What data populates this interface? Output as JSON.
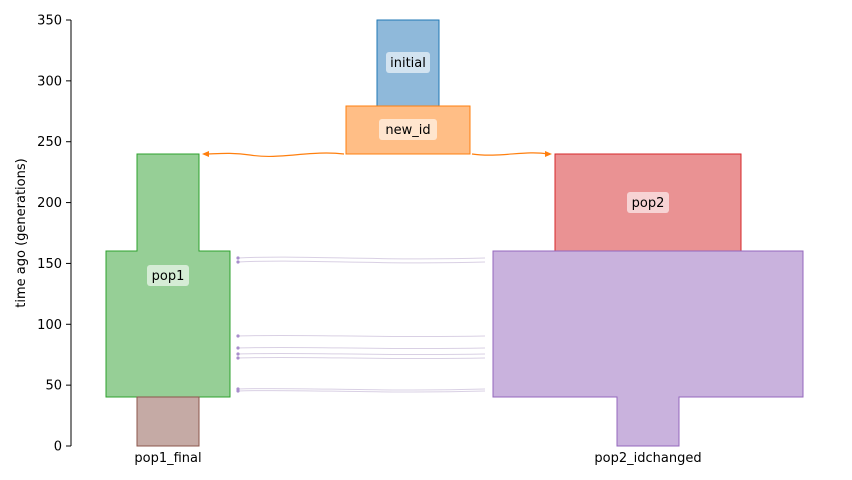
{
  "axis": {
    "ylabel": "time ago (generations)",
    "ticks": [
      0,
      50,
      100,
      150,
      200,
      250,
      300,
      350
    ],
    "ylim": [
      0,
      350
    ]
  },
  "demes": [
    {
      "id": "initial",
      "label": "initial",
      "color": "#1f77b4",
      "fill": "#8fb9da"
    },
    {
      "id": "new_id",
      "label": "new_id",
      "color": "#ff7f0e",
      "fill": "#ffbe86"
    },
    {
      "id": "pop1",
      "label": "pop1",
      "color": "#2ca02c",
      "fill": "#96cf96"
    },
    {
      "id": "pop2",
      "label": "pop2",
      "color": "#d62728",
      "fill": "#ea9293"
    },
    {
      "id": "pop1_final",
      "label": "pop1_final",
      "color": "#8c564b",
      "fill": "#c5aaa5"
    },
    {
      "id": "pop2_idchanged",
      "label": "pop2_idchanged",
      "color": "#9467bd",
      "fill": "#c9b2dd"
    }
  ],
  "bottom_labels": [
    "pop1_final",
    "pop2_idchanged"
  ],
  "chart_data": {
    "type": "demography",
    "ylabel": "time ago (generations)",
    "ylim": [
      0,
      350
    ],
    "epochs": [
      {
        "deme": "initial",
        "start": 350,
        "end": 278
      },
      {
        "deme": "new_id",
        "start": 278,
        "end": 240
      },
      {
        "deme": "pop1",
        "start": 240,
        "end": 160
      },
      {
        "deme": "pop1",
        "start": 160,
        "end": 40
      },
      {
        "deme": "pop1_final",
        "start": 40,
        "end": 0
      },
      {
        "deme": "pop2",
        "start": 240,
        "end": 160
      },
      {
        "deme": "pop2_idchanged",
        "start": 160,
        "end": 40
      },
      {
        "deme": "pop2_idchanged",
        "start": 40,
        "end": 0
      }
    ],
    "ancestry_arrows": [
      {
        "from": "new_id",
        "to": "pop1",
        "time": 240
      },
      {
        "from": "new_id",
        "to": "pop2",
        "time": 240
      }
    ],
    "migration_pulses_time": [
      155,
      152,
      91,
      80,
      75,
      72,
      46,
      45
    ]
  }
}
